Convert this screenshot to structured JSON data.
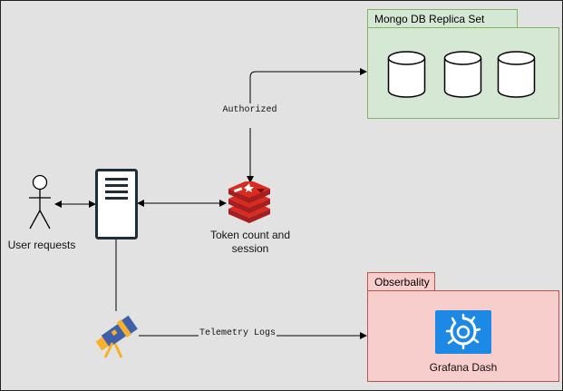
{
  "nodes": {
    "user": {
      "label": "User requests",
      "icon": "user-icon"
    },
    "server": {
      "icon": "server-icon"
    },
    "redis": {
      "label_line1": "Token count and",
      "label_line2": "session",
      "icon": "redis-icon"
    },
    "telescope": {
      "icon": "telescope-icon"
    },
    "mongo": {
      "title": "Mongo DB Replica Set",
      "icon": "database-icon",
      "fill": "#d5e8d4",
      "stroke": "#82b366"
    },
    "observability": {
      "title": "Obserbality",
      "fill": "#f8cecc",
      "stroke": "#b85450"
    },
    "grafana": {
      "label": "Grafana Dash",
      "icon": "grafana-icon",
      "color": "#1e88e5"
    }
  },
  "edges": {
    "authorized": "Authorized",
    "telemetry": "Telemetry Logs"
  },
  "colors": {
    "canvas": "#e2e2e2",
    "redis_red": "#c62828",
    "telescope_blue": "#3f5fa8",
    "telescope_yellow": "#f6b02a"
  }
}
